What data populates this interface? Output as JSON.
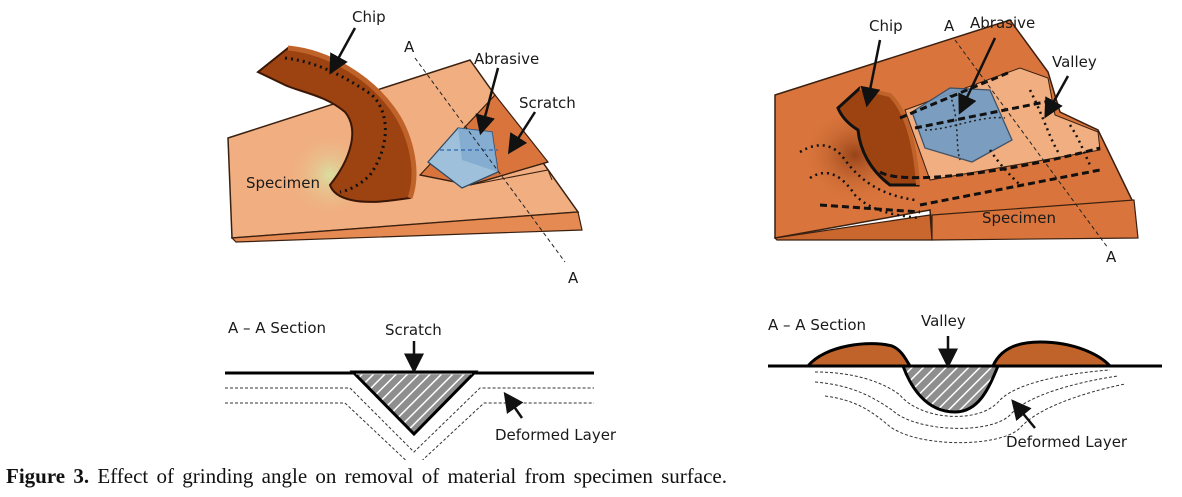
{
  "left_panel": {
    "labels": {
      "chip": "Chip",
      "section_line_top": "A",
      "abrasive": "Abrasive",
      "scratch": "Scratch",
      "specimen": "Specimen",
      "section_line_bottom": "A"
    },
    "section": {
      "title": "A – A Section",
      "feature": "Scratch",
      "layer": "Deformed Layer"
    }
  },
  "right_panel": {
    "labels": {
      "chip": "Chip",
      "section_line_top": "A",
      "abrasive": "Abrasive",
      "valley": "Valley",
      "specimen": "Specimen",
      "section_line_bottom": "A"
    },
    "section": {
      "title": "A – A Section",
      "feature": "Valley",
      "layer": "Deformed Layer"
    }
  },
  "caption": {
    "label": "Figure 3.",
    "text": "Effect of grinding angle on removal of material from specimen surface."
  },
  "colors": {
    "specimen_light": "#F0AE7E",
    "specimen_dark": "#D9753C",
    "chip": "#9C4311",
    "chip_edge": "#C0632A",
    "abrasive_left": "#9FC0DA",
    "abrasive_right": "#6F9CC8",
    "hatch_fill": "#8E8E8E"
  }
}
